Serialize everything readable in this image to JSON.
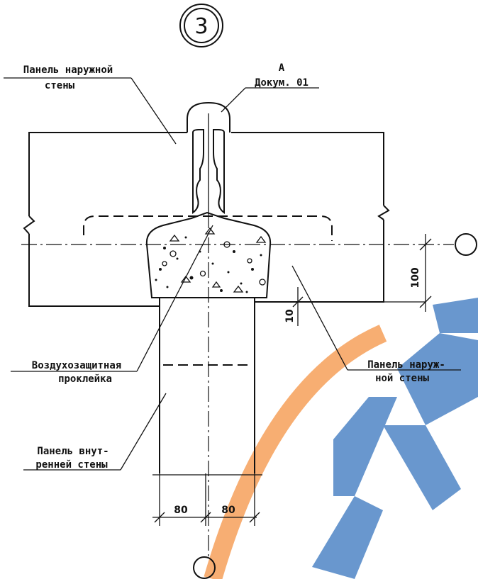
{
  "detail_number": "3",
  "labels": {
    "outer_panel_top_line1": "Панель наружной",
    "outer_panel_top_line2": "стены",
    "doc_marker": "А",
    "doc_ref": "Докум. 01",
    "outer_panel_right_line1": "Панель наруж-",
    "outer_panel_right_line2": "ной стены",
    "air_seal_line1": "Воздухозащитная",
    "air_seal_line2": "проклейка",
    "inner_panel_line1": "Панель внут-",
    "inner_panel_line2": "ренней стены"
  },
  "dimensions": {
    "vertical_100": "100",
    "gap_10": "10",
    "left_80": "80",
    "right_80": "80"
  },
  "watermark": {
    "colors": {
      "arc": "#f6a05a",
      "shapes": "#4f86c6"
    }
  }
}
